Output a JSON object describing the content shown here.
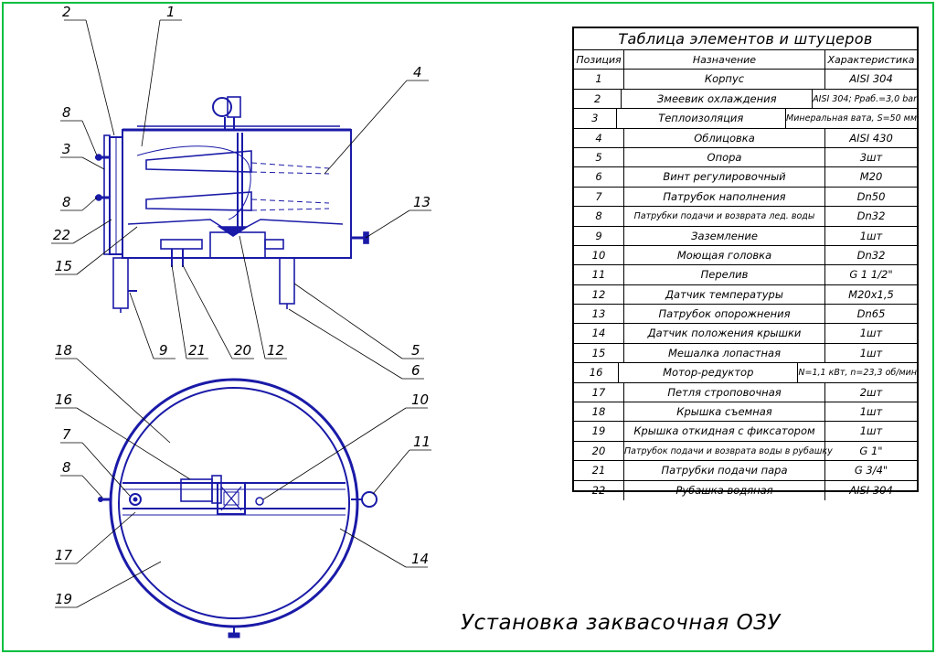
{
  "drawing_title": "Установка заквасочная ОЗУ",
  "table": {
    "title": "Таблица элементов и штуцеров",
    "headers": [
      "Позиция",
      "Назначение",
      "Характеристика"
    ],
    "rows": [
      {
        "pos": "1",
        "name": "Корпус",
        "spec": "AISI 304"
      },
      {
        "pos": "2",
        "name": "Змеевик охлаждения",
        "spec": "AISI 304; Pраб.=3,0 bar"
      },
      {
        "pos": "3",
        "name": "Теплоизоляция",
        "spec": "Минеральная вата, S=50 мм"
      },
      {
        "pos": "4",
        "name": "Облицовка",
        "spec": "AISI 430"
      },
      {
        "pos": "5",
        "name": "Опора",
        "spec": "3шт"
      },
      {
        "pos": "6",
        "name": "Винт регулировочный",
        "spec": "М20"
      },
      {
        "pos": "7",
        "name": "Патрубок наполнения",
        "spec": "Dn50"
      },
      {
        "pos": "8",
        "name": "Патрубки подачи и возврата лед. воды",
        "spec": "Dn32"
      },
      {
        "pos": "9",
        "name": "Заземление",
        "spec": "1шт"
      },
      {
        "pos": "10",
        "name": "Моющая головка",
        "spec": "Dn32"
      },
      {
        "pos": "11",
        "name": "Перелив",
        "spec": "G 1 1/2\""
      },
      {
        "pos": "12",
        "name": "Датчик температуры",
        "spec": "М20х1,5"
      },
      {
        "pos": "13",
        "name": "Патрубок опорожнения",
        "spec": "Dn65"
      },
      {
        "pos": "14",
        "name": "Датчик положения крышки",
        "spec": "1шт"
      },
      {
        "pos": "15",
        "name": "Мешалка лопастная",
        "spec": "1шт"
      },
      {
        "pos": "16",
        "name": "Мотор-редуктор",
        "spec": "N=1,1 кВт, n=23,3 об/мин"
      },
      {
        "pos": "17",
        "name": "Петля строповочная",
        "spec": "2шт"
      },
      {
        "pos": "18",
        "name": "Крышка съемная",
        "spec": "1шт"
      },
      {
        "pos": "19",
        "name": "Крышка откидная с фиксатором",
        "spec": "1шт"
      },
      {
        "pos": "20",
        "name": "Патрубок подачи и возврата воды в рубашку",
        "spec": "G 1\""
      },
      {
        "pos": "21",
        "name": "Патрубки подачи пара",
        "spec": "G 3/4\""
      },
      {
        "pos": "22",
        "name": "Рубашка водяная",
        "spec": "AISI 304"
      }
    ]
  },
  "side_view_labels": [
    "2",
    "1",
    "4",
    "8",
    "3",
    "8",
    "22",
    "15",
    "13",
    "9",
    "21",
    "20",
    "12",
    "5",
    "6"
  ],
  "plan_view_labels": [
    "18",
    "16",
    "10",
    "11",
    "7",
    "8",
    "17",
    "14",
    "19"
  ],
  "colors": {
    "frame": "#00bf40",
    "ink": "#1a1aa8",
    "line": "#000000",
    "background": "#ffffff"
  }
}
